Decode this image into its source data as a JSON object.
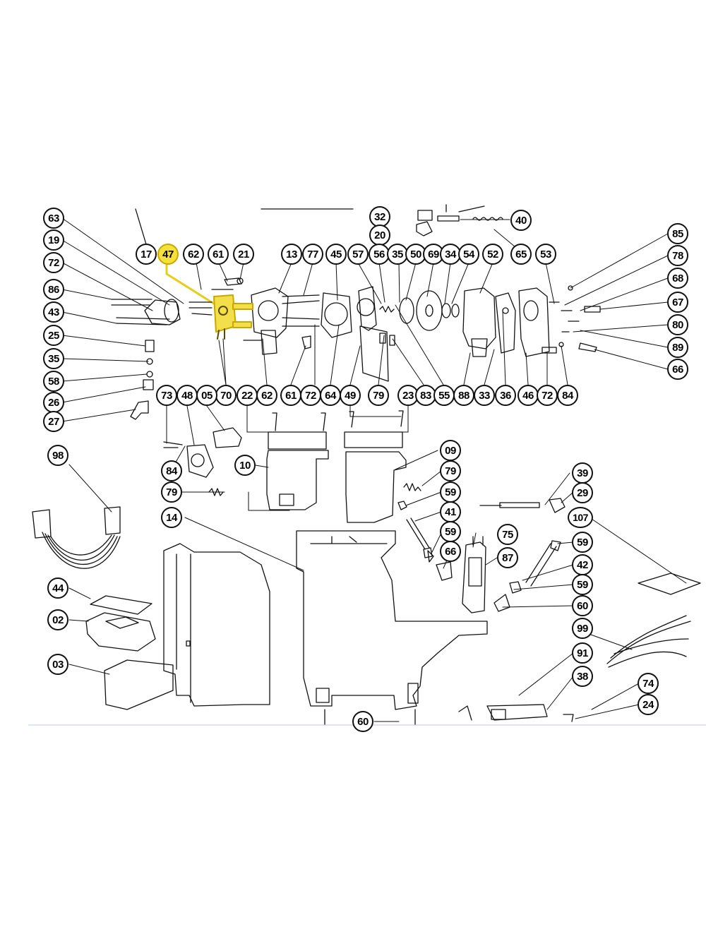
{
  "diagram": {
    "type": "exploded parts diagram",
    "highlight_color": "#f2d934",
    "highlighted_part": "47"
  },
  "callouts": {
    "c32": "32",
    "c20": "20",
    "c40": "40",
    "c65": "65",
    "c69": "69",
    "c85": "85",
    "c78": "78",
    "c68": "68",
    "c67": "67",
    "c80": "80",
    "c89": "89",
    "c66a": "66",
    "c63": "63",
    "c19": "19",
    "c72a": "72",
    "c86": "86",
    "c43": "43",
    "c25": "25",
    "c35a": "35",
    "c58": "58",
    "c26": "26",
    "c27": "27",
    "c17": "17",
    "c47": "47",
    "c62a": "62",
    "c61a": "61",
    "c21": "21",
    "c13": "13",
    "c77": "77",
    "c45": "45",
    "c57": "57",
    "c56": "56",
    "c35b": "35",
    "c50": "50",
    "c34": "34",
    "c54": "54",
    "c52": "52",
    "c53": "53",
    "c70": "70",
    "c62b": "62",
    "c61b": "61",
    "c72b": "72",
    "c64": "64",
    "c49": "49",
    "c79a": "79",
    "c83": "83",
    "c55": "55",
    "c88": "88",
    "c33": "33",
    "c36": "36",
    "c46": "46",
    "c72c": "72",
    "c84a": "84",
    "c23": "23",
    "c22": "22",
    "c73": "73",
    "c48": "48",
    "c05": "05",
    "c84b": "84",
    "c79b": "79",
    "c10": "10",
    "c09": "09",
    "c79c": "79",
    "c59a": "59",
    "c41": "41",
    "c59b": "59",
    "c66b": "66",
    "c75": "75",
    "c87": "87",
    "c39": "39",
    "c29": "29",
    "c107": "107",
    "c59c": "59",
    "c42": "42",
    "c59d": "59",
    "c60a": "60",
    "c14": "14",
    "c98": "98",
    "c44": "44",
    "c02": "02",
    "c03": "03",
    "c99": "99",
    "c91": "91",
    "c38": "38",
    "c74": "74",
    "c24": "24",
    "c60b": "60"
  }
}
